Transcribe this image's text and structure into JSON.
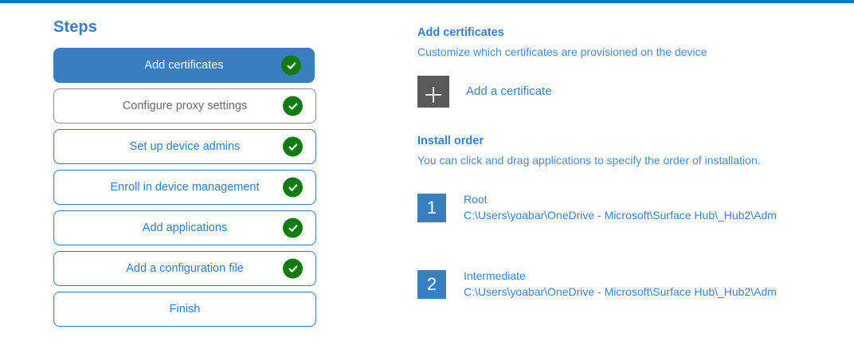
{
  "accent_bar_color": "#0078c8",
  "colors": {
    "primary_blue": "#2f7dc4",
    "fill_blue": "#3a7ebf",
    "heading_blue": "#3d7ebf",
    "body_blue": "#4a8cc9",
    "check_green": "#107c10",
    "muted_gray": "#6b6b6b",
    "tile_gray": "#5a5a5a"
  },
  "steps": {
    "heading": "Steps",
    "items": [
      {
        "label": "Add certificates",
        "state": "active",
        "completed": true
      },
      {
        "label": "Configure proxy settings",
        "state": "muted",
        "completed": true
      },
      {
        "label": "Set up device admins",
        "state": "default",
        "completed": true
      },
      {
        "label": "Enroll in device management",
        "state": "default",
        "completed": true
      },
      {
        "label": "Add applications",
        "state": "default",
        "completed": true
      },
      {
        "label": "Add a configuration file",
        "state": "default",
        "completed": true
      },
      {
        "label": "Finish",
        "state": "default",
        "completed": false
      }
    ]
  },
  "detail": {
    "title": "Add certificates",
    "description": "Customize which certificates are provisioned on the device",
    "add_certificate": {
      "icon": "plus-icon",
      "label": "Add a certificate"
    },
    "install_order": {
      "title": "Install order",
      "description": "You can click and drag applications to specify the order of installation.",
      "items": [
        {
          "number": "1",
          "name": "Root",
          "path": "C:\\Users\\yoabar\\OneDrive - Microsoft\\Surface Hub\\_Hub2\\Adm"
        },
        {
          "number": "2",
          "name": "Intermediate",
          "path": "C:\\Users\\yoabar\\OneDrive - Microsoft\\Surface Hub\\_Hub2\\Adm"
        }
      ]
    }
  }
}
